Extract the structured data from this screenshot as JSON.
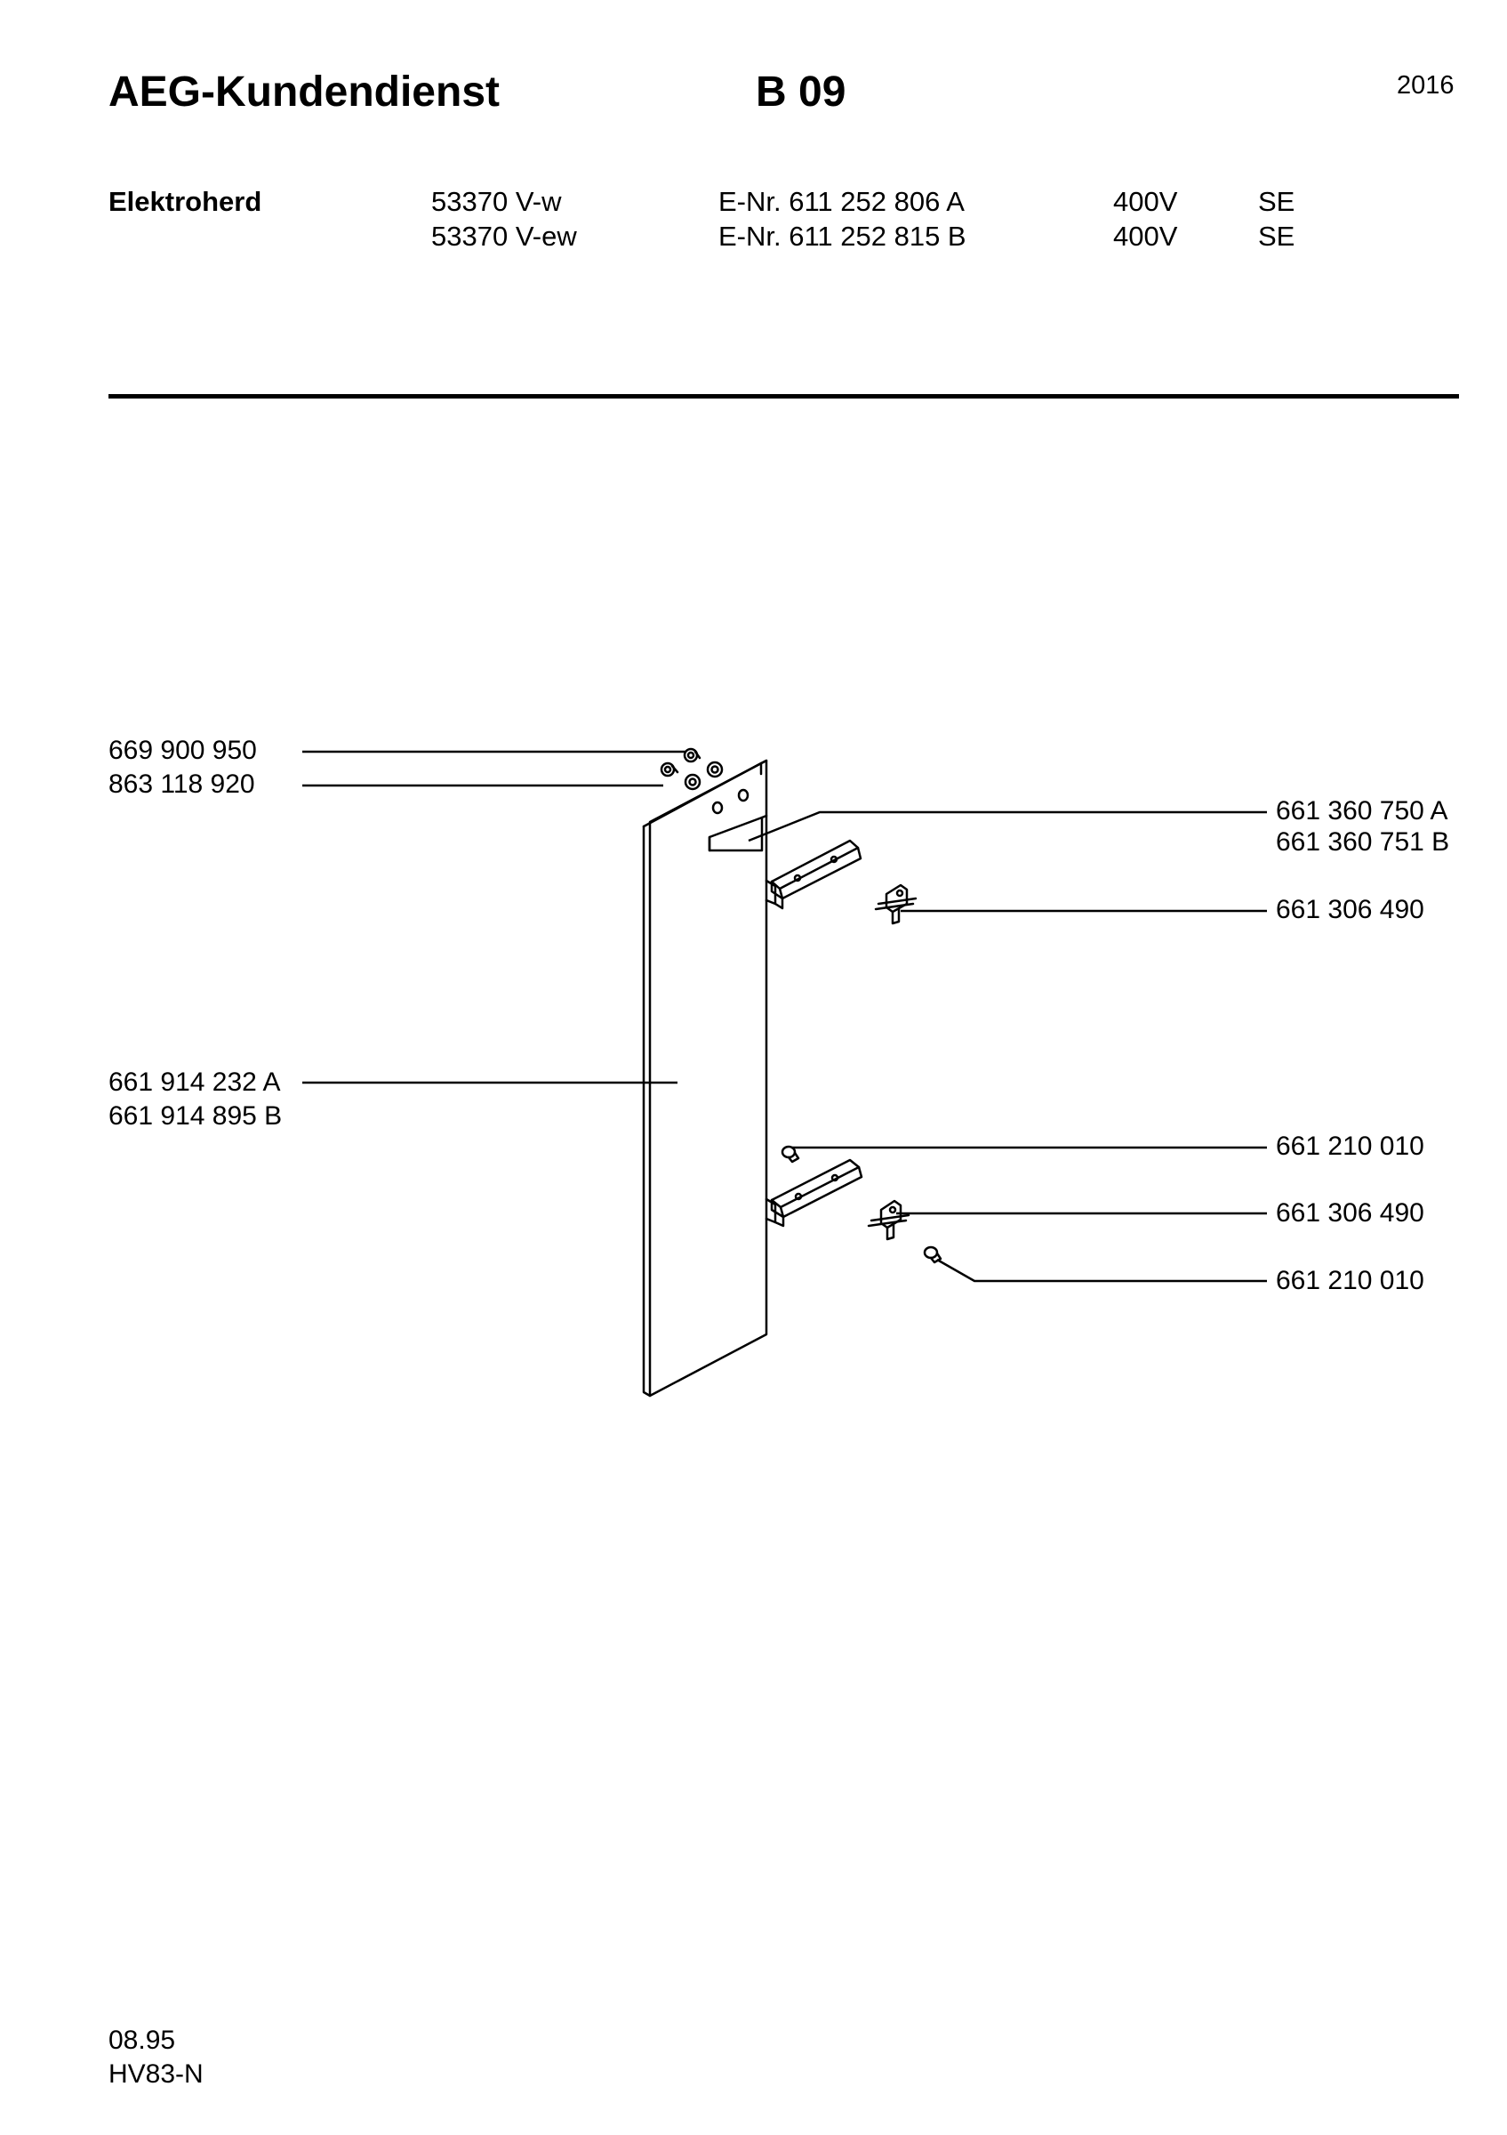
{
  "header": {
    "title": "AEG-Kundendienst",
    "code": "B 09",
    "year": "2016"
  },
  "device": {
    "label": "Elektroherd",
    "variants": [
      {
        "model": "53370 V-w",
        "enr": "E-Nr. 611 252 806 A",
        "voltage": "400V",
        "country": "SE"
      },
      {
        "model": "53370 V-ew",
        "enr": "E-Nr. 611 252 815 B",
        "voltage": "400V",
        "country": "SE"
      }
    ]
  },
  "parts": {
    "screw_top": "669 900 950",
    "washer": "863 118 920",
    "panel_a": "661 914 232 A",
    "panel_b": "661 914 895 B",
    "block_a": "661 360 750 A",
    "block_b": "661 360 751 B",
    "clip_upper": "661 306 490",
    "pin_upper": "661 210 010",
    "clip_lower": "661 306 490",
    "pin_lower": "661 210 010"
  },
  "footer": {
    "date": "08.95",
    "ref": "HV83-N"
  }
}
